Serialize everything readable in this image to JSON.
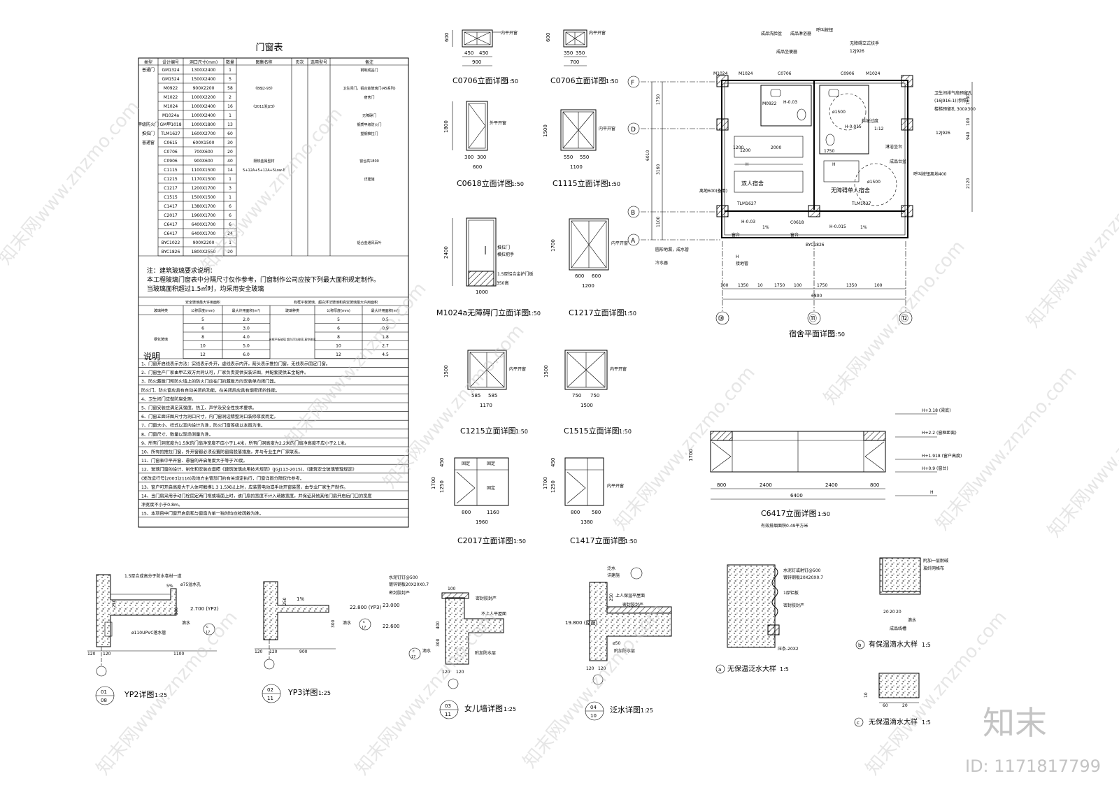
{
  "table": {
    "title": "门窗表",
    "headers": [
      "类型",
      "设计编号",
      "洞口尺寸(mm)",
      "数量",
      "图集名称",
      "页次",
      "选用型号",
      "备注"
    ],
    "rows": [
      [
        "普通门",
        "GM1324",
        "1300X2400",
        "1",
        "",
        "",
        "",
        "钢制成品门"
      ],
      [
        "",
        "GM1524",
        "1500X2400",
        "5",
        "",
        "",
        "",
        ""
      ],
      [
        "",
        "M0922",
        "900X2200",
        "58",
        "《88J2-93》",
        "",
        "",
        "卫生间门，铝合金玻璃门(45系列)"
      ],
      [
        "",
        "M1022",
        "1000X2200",
        "2",
        "",
        "",
        "",
        "宿舍门"
      ],
      [
        "",
        "M1024",
        "1000X2400",
        "16",
        "《2011浙J23》",
        "",
        "",
        ""
      ],
      [
        "",
        "M1024a",
        "1000X2400",
        "1",
        "",
        "",
        "",
        "无障碍门"
      ],
      [
        "甲级防火门",
        "GM甲1018",
        "1000X1800",
        "13",
        "",
        "",
        "",
        "钢质甲级防火门"
      ],
      [
        "推拉门",
        "TLM1627",
        "1600X2700",
        "60",
        "",
        "",
        "",
        "塑钢推拉门"
      ],
      [
        "普通窗",
        "C0615",
        "600X1500",
        "30",
        "",
        "",
        "",
        ""
      ],
      [
        "",
        "C0706",
        "700X600",
        "20",
        "",
        "",
        "",
        ""
      ],
      [
        "",
        "C0906",
        "900X600",
        "40",
        "隔热金属型材",
        "",
        "",
        "窗台高1800"
      ],
      [
        "",
        "C1115",
        "1100X1500",
        "14",
        "5+12A+5+12A+5Low-E",
        "",
        "",
        ""
      ],
      [
        "",
        "C1215",
        "1170X1500",
        "1",
        "",
        "",
        "",
        "详建施"
      ],
      [
        "",
        "C1217",
        "1200X1700",
        "3",
        "",
        "",
        "",
        ""
      ],
      [
        "",
        "C1515",
        "1500X1500",
        "1",
        "",
        "",
        "",
        ""
      ],
      [
        "",
        "C1417",
        "1380X1700",
        "6",
        "",
        "",
        "",
        ""
      ],
      [
        "",
        "C2017",
        "1960X1700",
        "6",
        "",
        "",
        "",
        ""
      ],
      [
        "",
        "C6417",
        "6400X1700",
        "6",
        "",
        "",
        "",
        ""
      ],
      [
        "",
        "C6417",
        "6400X1700",
        "24",
        "",
        "",
        "",
        ""
      ],
      [
        "",
        "BYC1022",
        "900X2200",
        "1",
        "",
        "",
        "",
        "铝合金通风百叶"
      ],
      [
        "",
        "BYC1826",
        "1800X2550",
        "20",
        "",
        "",
        "",
        ""
      ]
    ],
    "note_title": "注：建筑玻璃要求说明：",
    "note_lines": [
      "本工程玻璃门窗表中分隔尺寸仅作参考，门窗制作公司应按下列最大面积规定制作。",
      "当玻璃面积超过1.5㎡时，均采用安全玻璃"
    ],
    "glass_header_left": "安全玻璃最大许用面积",
    "glass_header_right": "有框平板玻璃、超白浮法玻璃和真空玻璃最大许用面积",
    "glass_cols": [
      "玻璃种类",
      "公称厚度(mm)",
      "最大许用面积(m²)"
    ],
    "glass_left_type": "钢化玻璃",
    "glass_right_type": "有框平板玻璃 超白浮法玻璃 真空玻璃",
    "glass_left": [
      [
        "5",
        "2.0"
      ],
      [
        "6",
        "3.0"
      ],
      [
        "8",
        "4.0"
      ],
      [
        "10",
        "5.0"
      ],
      [
        "12",
        "6.0"
      ]
    ],
    "glass_right": [
      [
        "5",
        "0.5"
      ],
      [
        "6",
        "0.9"
      ],
      [
        "8",
        "1.8"
      ],
      [
        "10",
        "2.7"
      ],
      [
        "12",
        "4.5"
      ]
    ],
    "explain_label": "说明",
    "explain_lines": [
      "1、门窗开启线表示方法：实线表示外开，虚线表示内开，箭头表示推拉门窗，无线表示固定门窗。",
      "2、门窗生产厂家由甲乙双方共同认可，厂家负责提供安装详图，并配套提供五金配件。",
      "3、防火藏板门和防火墙上的防火门应在门的藏板方向安装单向闭门器。",
      "防火门、防火窗应具有自动关闭的功能，在关闭后应具有烟密闭的性能。",
      "4、卫生间门应做防腐处理。",
      "5、门窗安装应满足其强度、热工、声学及安全性技术要求。",
      "6、门窗立面详图尺寸为洞口尺寸，内门窗洞边精整洞口装修厚度而定。",
      "7、门窗大小、样式以室内设计为准，防火门窗等级以本图为准。",
      "8、门窗尺寸、数量以现场测量为准。",
      "9、所有门洞宽度为1.5米的门扇净宽度不应小于1.4米，所有门洞高度为2.2米的门扇净高度不应小于2.1米。",
      "10、所有的推拉门窗，外开窗都必须设置防窗扇脱落措施，并与专业生产厂家联系。",
      "11、门窗表中平开窗、悬窗的开启角度大于等于70度。",
      "12、玻璃门窗的设计、制作和安装应遵照《建筑玻璃应用技术规范》(JGJ113-2015)、《建筑安全玻璃管理规定》",
      "(发改运行号[2003]2116)及地方主管部门的有关规定执行，门窗详图分隔仅作参考。",
      "13、窗户可开启高度大于人体可触摸1.3  1.5米以上时，应装置电动或手动开窗装置，由专业厂家生产制作。",
      "14、当门扇采用手动门栓固定两门框或墙面上时，该门扇的宽度不计入疏散宽度，并保证其他其他门扇开启后门口的宽度",
      "净宽度不小于0.8m。",
      "15、本项目中门窗开启扇和与窗扇为单一独时均应按疏散为准。"
    ]
  },
  "elevations": [
    {
      "id": "C0706a",
      "title": "C0706立面详图",
      "scale": "1:50",
      "dims": [
        "450",
        "450",
        "900",
        "600"
      ],
      "tag": "内平开窗"
    },
    {
      "id": "C0706b",
      "title": "C0706立面详图",
      "scale": "1:50",
      "dims": [
        "350",
        "350",
        "700",
        "600"
      ],
      "tag": "内平开窗"
    },
    {
      "id": "C0618",
      "title": "C0618立面详图",
      "scale": "1:50",
      "dims": [
        "300",
        "300",
        "600",
        "1800"
      ],
      "tag": "外平开窗"
    },
    {
      "id": "C1115",
      "title": "C1115立面详图",
      "scale": "1:50",
      "dims": [
        "550",
        "550",
        "1100",
        "1500"
      ],
      "tag": "内平开窗"
    },
    {
      "id": "M1024a",
      "title": "M1024a无障碍门立面详图",
      "scale": "1:50",
      "dims": [
        "1000",
        "2400",
        "350高"
      ],
      "tag": "推拉门",
      "extra": [
        "横拉把手",
        "1.5厚铝合金护门板"
      ]
    },
    {
      "id": "C1217",
      "title": "C1217立面详图",
      "scale": "1:50",
      "dims": [
        "600",
        "600",
        "1200",
        "1700"
      ],
      "tag": "内平开窗"
    },
    {
      "id": "C1215",
      "title": "C1215立面详图",
      "scale": "1:50",
      "dims": [
        "585",
        "585",
        "1170",
        "1500"
      ],
      "tag": "内平开窗"
    },
    {
      "id": "C1515",
      "title": "C1515立面详图",
      "scale": "1:50",
      "dims": [
        "750",
        "750",
        "1500",
        "1500"
      ],
      "tag": "内平开窗"
    },
    {
      "id": "C2017",
      "title": "C2017立面详图",
      "scale": "1:50",
      "dims": [
        "800",
        "1160",
        "1960",
        "450",
        "1250",
        "1700"
      ],
      "tag": "固定"
    },
    {
      "id": "C1417",
      "title": "C1417立面详图",
      "scale": "1:50",
      "dims": [
        "800",
        "580",
        "1380",
        "450",
        "1250",
        "1700"
      ],
      "tag": "内平开窗"
    },
    {
      "id": "C6417",
      "title": "C6417立面详图",
      "scale": "1:50",
      "dims": [
        "800",
        "2400",
        "2400",
        "800",
        "6400",
        "1700"
      ],
      "note": "有效排烟面积0.49平方米"
    }
  ],
  "c6417_levels": [
    "H+3.18 (梁底)",
    "H+2.2 (窗框距离)",
    "H+1.918 (窗户高度)",
    "H+0.9 (窗台)",
    "H"
  ],
  "plan": {
    "title": "宿舍平面详图",
    "scale": "1:50",
    "axes_v": [
      "⑩",
      "⑪",
      "⑫"
    ],
    "axes_h": [
      "F",
      "D",
      "B",
      "A"
    ],
    "dims_bottom": [
      "100",
      "1350",
      "10",
      "1750",
      "100",
      "1750",
      "1350",
      "100",
      "6800"
    ],
    "dims_left": [
      "1750",
      "6010",
      "3160",
      "1100"
    ],
    "dims_right": [
      "1630",
      "100",
      "940",
      "2120"
    ],
    "rooms": [
      "双人宿舍",
      "无障碍单人宿舍"
    ],
    "doors": [
      "M1024",
      "M1024",
      "M1024",
      "C0706",
      "C0906",
      "M0922",
      "TLM1627",
      "TLM1627",
      "BYC1826",
      "C0618"
    ],
    "labels": [
      "成品洗脸盆",
      "成品淋浴器",
      "成品坐便器",
      "呼叫按钮",
      "无障碍立式扶手",
      "12J926",
      "卫生间排气扇预留孔",
      "(16J916-1)(参照)",
      "楼梯预留孔 300X300",
      "12J926",
      "淋浴坐台",
      "成品台盆",
      "呼叫按钮离地400",
      "斜坡过度",
      "1:12",
      "圆形地漏，成水管",
      "冷水器",
      "H-0.03",
      "H-0.015",
      "H-0.03",
      "H-0.015",
      "ø1500",
      "ø1500",
      "1%",
      "1%",
      "窗台",
      "窗台",
      "1200",
      "2000",
      "1750",
      "1200",
      "H",
      "H",
      "H",
      "接地管",
      "离地600(备用)"
    ]
  },
  "details": [
    {
      "id": "YP2",
      "title": "YP2详图",
      "scale": "1:25",
      "ref_top": "01",
      "ref_bottom": "08",
      "dims": [
        "120",
        "120",
        "1100",
        "250",
        "300"
      ],
      "labels": [
        "1.5厚合成高分子防水卷材一道",
        "5%",
        "ø75溢水孔",
        "2.700 (YP2)",
        "ø110UPVC落水管",
        "滴水"
      ]
    },
    {
      "id": "YP3",
      "title": "YP3详图",
      "scale": "1:25",
      "ref_top": "02",
      "ref_bottom": "11",
      "dims": [
        "120",
        "120",
        "900",
        "250",
        "300"
      ],
      "labels": [
        "1%",
        "22.800 (YP3)",
        "滴水"
      ]
    },
    {
      "id": "parapet",
      "title": "女儿墙详图",
      "scale": "1:25",
      "ref_top": "03",
      "ref_bottom": "11",
      "dims": [
        "120",
        "120",
        "100",
        "400",
        "300",
        "100"
      ],
      "labels": [
        "水泥钉钉@500",
        "镀锌钢板20X20X0.7",
        "密封胶封严",
        "23.000",
        "22.600",
        "密封胶封严",
        "不上人平屋面",
        "附加防水层",
        "滴水"
      ]
    },
    {
      "id": "flashing",
      "title": "泛水详图",
      "scale": "1:25",
      "ref_top": "04",
      "ref_bottom": "10",
      "dims": [
        "120",
        "120",
        "250",
        "ø50"
      ],
      "labels": [
        "泛水",
        "详建施",
        "上人保温平屋面",
        "密封胶封严",
        "19.800 (屋面)",
        "附加防水层"
      ]
    },
    {
      "id": "a",
      "title": "无保温泛水大样",
      "scale": "1:5",
      "labels": [
        "水泥钉或射钉@500",
        "镀锌钢板20X20X0.7",
        "1厚铝板",
        "密封胶封严",
        "压条-20X2"
      ]
    },
    {
      "id": "b",
      "title": "有保温滴水大样",
      "scale": "1:5",
      "labels": [
        "附加一层耐碱",
        "玻纤网格布",
        "成品线槽",
        "滴水",
        "20",
        "20",
        "20"
      ]
    },
    {
      "id": "c",
      "title": "无保温滴水大样",
      "scale": "1:5",
      "labels": [
        "60",
        "20",
        "10"
      ]
    }
  ],
  "watermark": {
    "text": "知末网www.znzmo.com",
    "logo": "知末",
    "id": "ID: 1171817799"
  }
}
